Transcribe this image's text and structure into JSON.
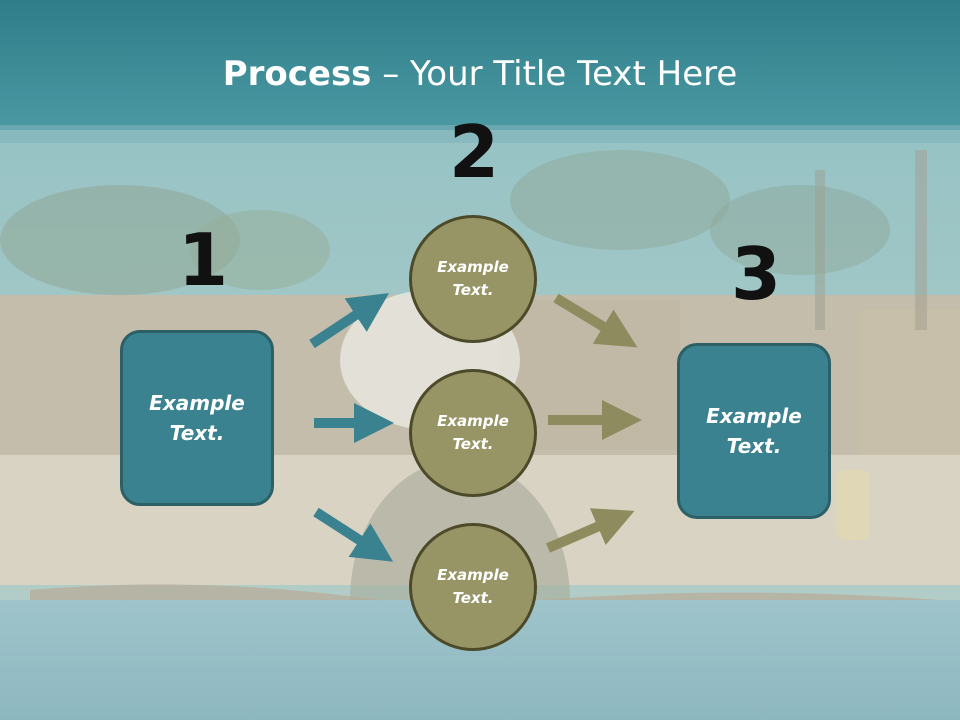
{
  "title": {
    "bold": "Process",
    "rest": " – Your Title Text Here"
  },
  "numbers": {
    "n1": "1",
    "n2": "2",
    "n3": "3"
  },
  "left_box": "Example Text.",
  "right_box": "Example Text.",
  "circles": [
    "Example Text.",
    "Example Text.",
    "Example Text."
  ],
  "colors": {
    "teal": "#3b8290",
    "olive": "#979566",
    "header": "#3a8c98"
  }
}
